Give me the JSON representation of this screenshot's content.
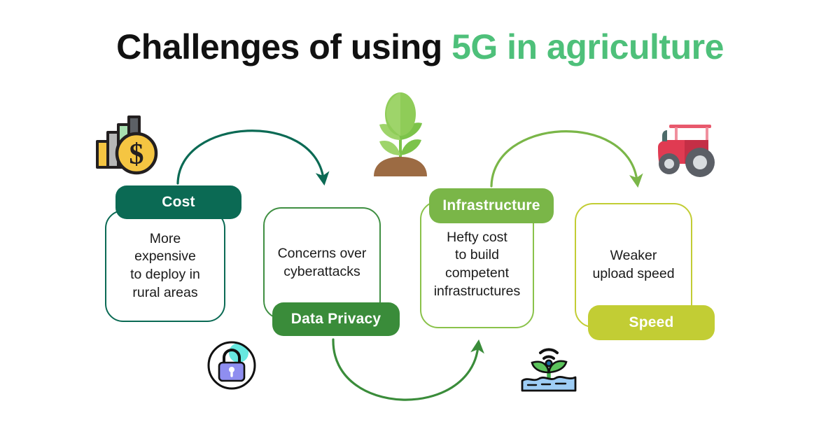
{
  "title": {
    "lead": "Challenges of using ",
    "accent": "5G in agriculture",
    "accent_color": "#4ec07a",
    "lead_color": "#111111"
  },
  "cards": [
    {
      "id": "cost",
      "badge_label": "Cost",
      "badge_position": "top",
      "badge_color": "#0b6a54",
      "border_color": "#0b6a54",
      "body_text": "More\nexpensive\nto deploy in\nrural areas"
    },
    {
      "id": "data-privacy",
      "badge_label": "Data Privacy",
      "badge_position": "bottom",
      "badge_color": "#3a8c3a",
      "border_color": "#3f8f42",
      "body_text": "Concerns over\ncyberattacks"
    },
    {
      "id": "infrastructure",
      "badge_label": "Infrastructure",
      "badge_position": "top",
      "badge_color": "#7ab648",
      "border_color": "#8ac24a",
      "body_text": "Hefty cost\nto build\ncompetent\ninfrastructures"
    },
    {
      "id": "speed",
      "badge_label": "Speed",
      "badge_position": "bottom",
      "badge_color": "#c2cd34",
      "border_color": "#c2cd34",
      "body_text": "Weaker\nupload speed"
    }
  ],
  "icons": [
    {
      "name": "money-bar-chart-icon",
      "colors": {
        "coin": "#f5c542",
        "bar_yellow": "#f5c542",
        "bar_gray": "#b7b7b7",
        "bar_green": "#a8dfb0",
        "bar_dark": "#5c6066",
        "outline": "#231f20"
      }
    },
    {
      "name": "plant-sprout-icon",
      "colors": {
        "leaf_dark": "#7cc34a",
        "leaf_light": "#9ed46a",
        "stem": "#7cc34a",
        "soil": "#9c6b43"
      }
    },
    {
      "name": "tractor-icon",
      "colors": {
        "body": "#e03b52",
        "body_dark": "#c42f46",
        "tire": "#5b5f66",
        "rim": "#d9dde0"
      }
    },
    {
      "name": "padlock-icon",
      "colors": {
        "ring": "#111111",
        "lock_body": "#8f8ef0",
        "blob": "#67e8e0"
      }
    },
    {
      "name": "smart-farming-icon",
      "colors": {
        "plant": "#5cc45c",
        "water": "#9ecdf5",
        "outline": "#111111",
        "wifi": "#111111"
      }
    }
  ],
  "arrows": [
    {
      "name": "arrow-cost-to-data-privacy",
      "color": "#0b6a54",
      "direction": "down-right"
    },
    {
      "name": "arrow-data-privacy-to-infrastructure",
      "color": "#3a8c3a",
      "direction": "up-right"
    },
    {
      "name": "arrow-infrastructure-to-speed",
      "color": "#7ab648",
      "direction": "down-right"
    }
  ]
}
